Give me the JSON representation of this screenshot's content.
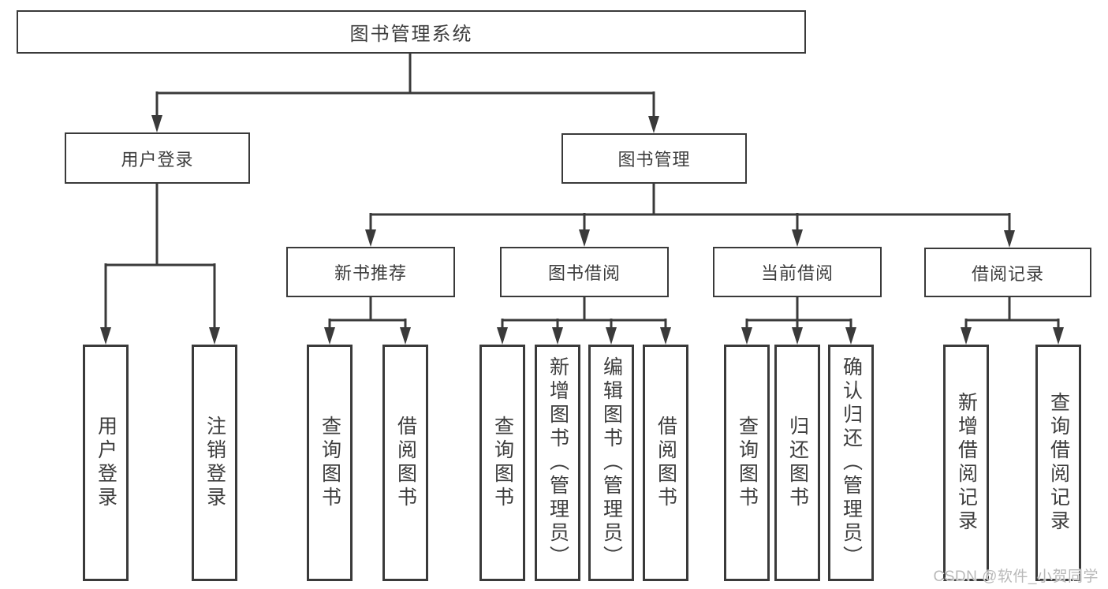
{
  "diagram": {
    "title": "图书管理系统",
    "root": {
      "label": "图书管理系统"
    },
    "level2": [
      {
        "label": "用户登录"
      },
      {
        "label": "图书管理"
      }
    ],
    "level3": [
      {
        "label": "新书推荐"
      },
      {
        "label": "图书借阅"
      },
      {
        "label": "当前借阅"
      },
      {
        "label": "借阅记录"
      }
    ],
    "level4": [
      {
        "label": "用户登录"
      },
      {
        "label": "注销登录"
      },
      {
        "label": "查询图书"
      },
      {
        "label": "借阅图书"
      },
      {
        "label": "查询图书"
      },
      {
        "label": "新增图书（管理员）"
      },
      {
        "label": "编辑图书（管理员）"
      },
      {
        "label": "借阅图书"
      },
      {
        "label": "查询图书"
      },
      {
        "label": "归还图书"
      },
      {
        "label": "确认归还（管理员）"
      },
      {
        "label": "新增借阅记录"
      },
      {
        "label": "查询借阅记录"
      }
    ]
  },
  "watermark": {
    "text": "CSDN @软件_小贺同学"
  },
  "colors": {
    "line": "#3a3a3a",
    "text": "#3d3d3d",
    "background": "#ffffff",
    "watermark": "#b9b9b9"
  }
}
